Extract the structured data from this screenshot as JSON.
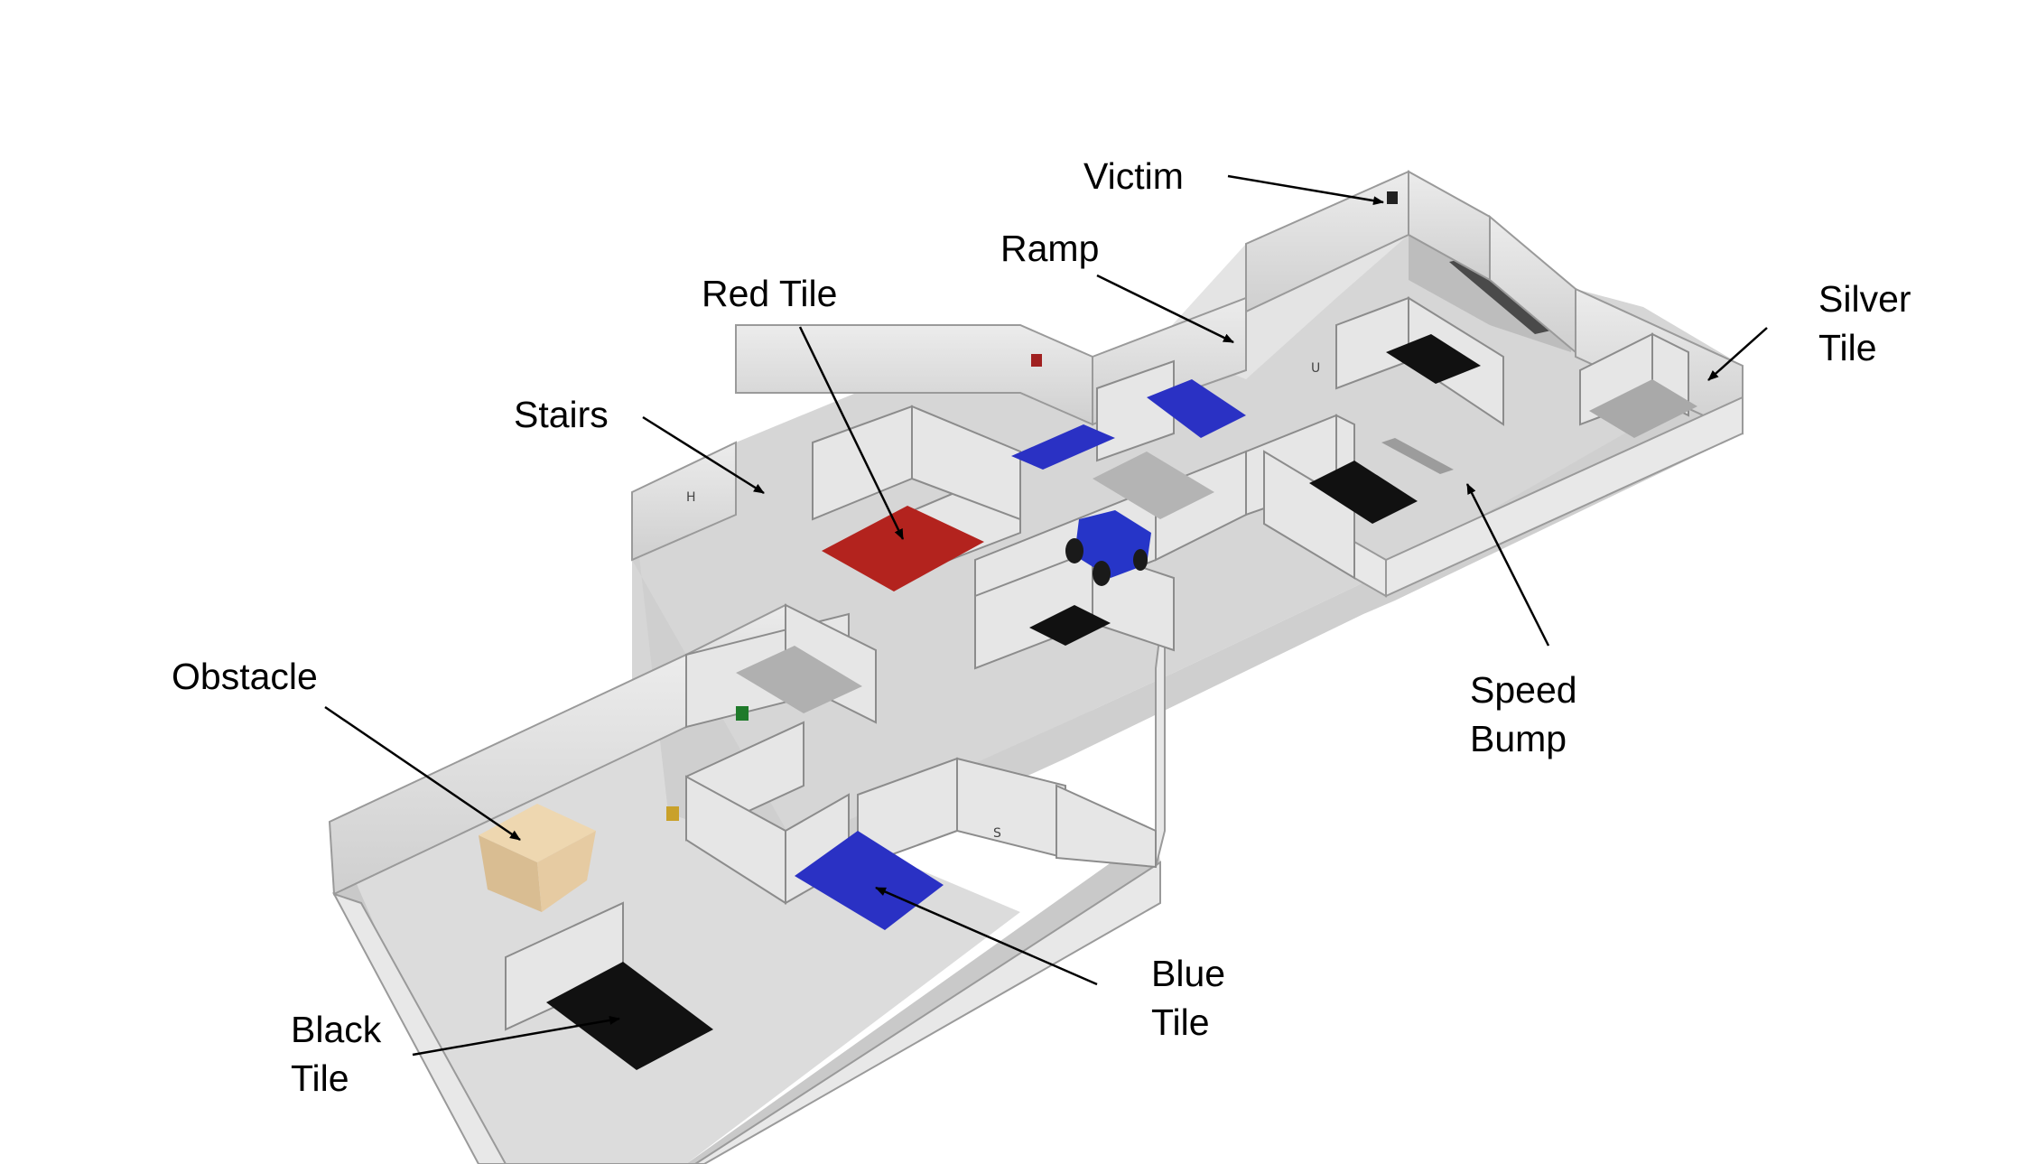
{
  "labels": {
    "victim": "Victim",
    "ramp": "Ramp",
    "red_tile": "Red Tile",
    "stairs": "Stairs",
    "silver_tile": [
      "Silver",
      "Tile"
    ],
    "obstacle": "Obstacle",
    "speed_bump": [
      "Speed",
      "Bump"
    ],
    "blue_tile": [
      "Blue",
      "Tile"
    ],
    "black_tile": [
      "Black",
      "Tile"
    ]
  },
  "colors": {
    "floor": "#d9d9d9",
    "wall": "#e3e3e3",
    "wall_edge": "#b5b5b5",
    "red_tile": "#b3231e",
    "blue_tile": "#2a31c4",
    "black_tile": "#111111",
    "silver_tile": "#a9a9a9",
    "obstacle": "#e0c59e",
    "robot": "#2635c8"
  },
  "wall_letters": [
    "H",
    "U",
    "S"
  ]
}
